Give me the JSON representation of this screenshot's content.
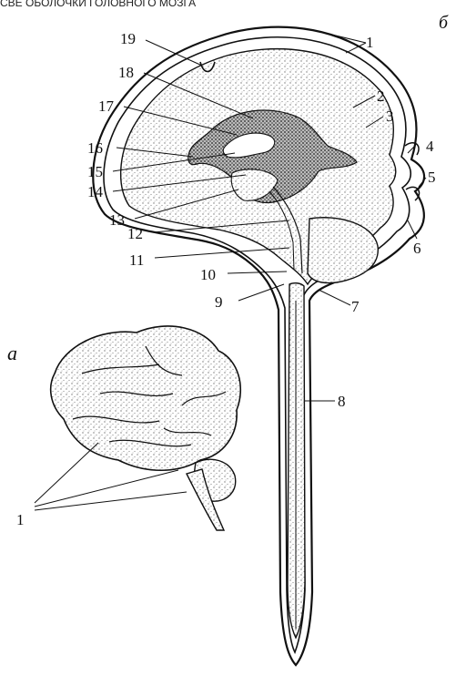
{
  "caption": "СВЕ ОБОЛОЧКИ ГОЛОВНОГО МОЗГА",
  "panels": {
    "a": "а",
    "b": "б"
  },
  "labels_b": [
    "1",
    "2",
    "3",
    "4",
    "5",
    "6",
    "7",
    "8",
    "9",
    "10",
    "11",
    "12",
    "13",
    "14",
    "15",
    "16",
    "17",
    "18",
    "19"
  ],
  "labels_a": [
    "1"
  ],
  "colors": {
    "ink": "#111111",
    "stipple": "#8a8a8a",
    "dark": "#3a3a3a"
  }
}
